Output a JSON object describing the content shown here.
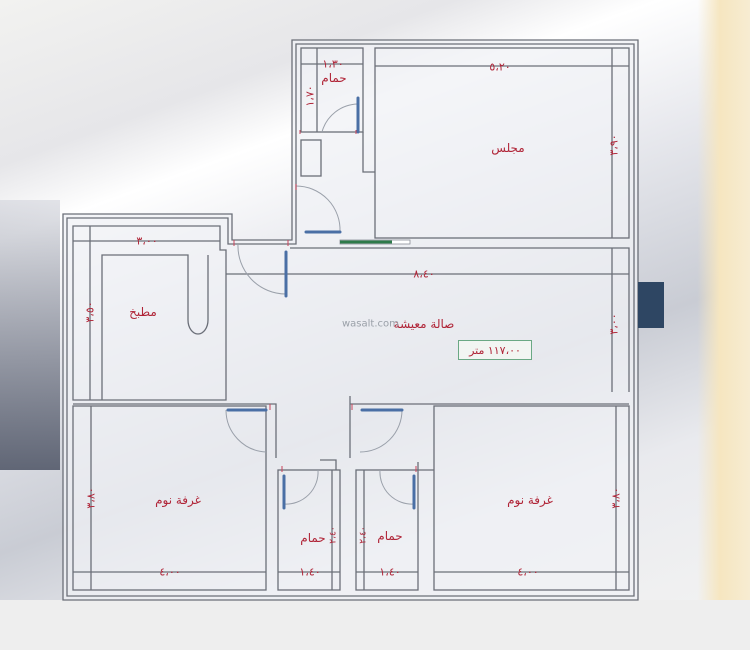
{
  "plan": {
    "total_area": "١١٧،٠٠ متر",
    "watermark": "wasalt.com",
    "rooms": [
      {
        "id": "majlis",
        "name": "مجلس",
        "width": "٥،٢٠",
        "height": "٣،٩٠"
      },
      {
        "id": "bath_top",
        "name": "حمام",
        "width": "١،٣٠",
        "height": "١،٧٠"
      },
      {
        "id": "kitchen",
        "name": "مطبخ",
        "width": "٣،٠٠",
        "height": "٣،٥٠"
      },
      {
        "id": "living",
        "name": "صالة معيشة",
        "width": "٨،٤٠",
        "height": "٣،٠٠"
      },
      {
        "id": "bedroom_left",
        "name": "غرفة نوم",
        "width": "٤،٠٠",
        "height": "٣،٨٠"
      },
      {
        "id": "bath_left",
        "name": "حمام",
        "width": "١،٤٠",
        "height": "٢،٤٠"
      },
      {
        "id": "bath_right",
        "name": "حمام",
        "width": "١،٤٠",
        "height": "٢،٤٠"
      },
      {
        "id": "bedroom_right",
        "name": "غرفة نوم",
        "width": "٤،٠٠",
        "height": "٣،٨٠"
      }
    ]
  },
  "colors": {
    "label": "#b02437",
    "wall": "#6b6f78",
    "door": "#4a6fa5",
    "badge_border": "#6aa884",
    "side_square": "#2e4663"
  }
}
